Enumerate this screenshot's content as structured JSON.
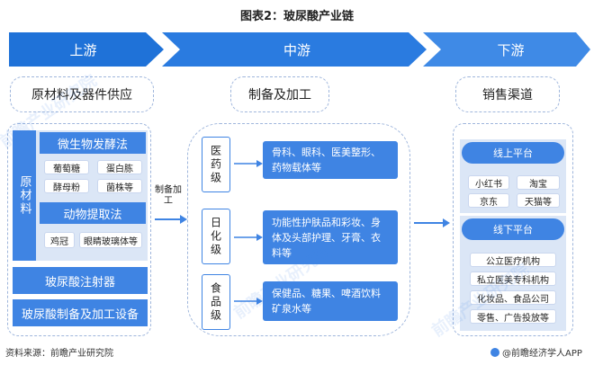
{
  "title": "图表2：玻尿酸产业链",
  "stages": {
    "upstream": "上游",
    "midstream": "中游",
    "downstream": "下游"
  },
  "categories": {
    "upstream": "原材料及器件供应",
    "midstream": "制备及加工",
    "downstream": "销售渠道"
  },
  "upstream": {
    "raw_label": "原材料",
    "microbial": {
      "label": "微生物发酵法",
      "items": [
        "葡萄糖",
        "蛋白胨",
        "酵母粉",
        "菌株等"
      ]
    },
    "animal": {
      "label": "动物提取法",
      "items": [
        "鸡冠",
        "眼睛玻璃体等"
      ]
    },
    "injector": "玻尿酸注射器",
    "equipment": "玻尿酸制备及加工设备"
  },
  "connector": "制备加工",
  "midstream": {
    "rows": [
      {
        "label": "医药级",
        "desc": "骨科、眼科、医美整形、药物载体等"
      },
      {
        "label": "日化级",
        "desc": "功能性护肤品和彩妆、身体及头部护理、牙膏、衣料等"
      },
      {
        "label": "食品级",
        "desc": "保健品、糖果、啤酒饮料矿泉水等"
      }
    ]
  },
  "downstream": {
    "online": {
      "label": "线上平台",
      "items": [
        "小红书",
        "淘宝",
        "京东",
        "天猫等"
      ]
    },
    "offline": {
      "label": "线下平台",
      "items": [
        "公立医疗机构",
        "私立医美专科机构",
        "化妆品、食品公司",
        "零售、广告投放等"
      ]
    }
  },
  "footer": {
    "source": "资料来源：前瞻产业研究院",
    "brand": "@前瞻经济学人APP"
  },
  "watermarks": [
    "前瞻产业研究院",
    "前瞻产业研究院",
    "前瞻产业研究院"
  ],
  "colors": {
    "stage_dark": "#1c6fd6",
    "stage_mid": "#3f84e3",
    "accent": "#3f84e3",
    "light": "#dbe6f6"
  }
}
